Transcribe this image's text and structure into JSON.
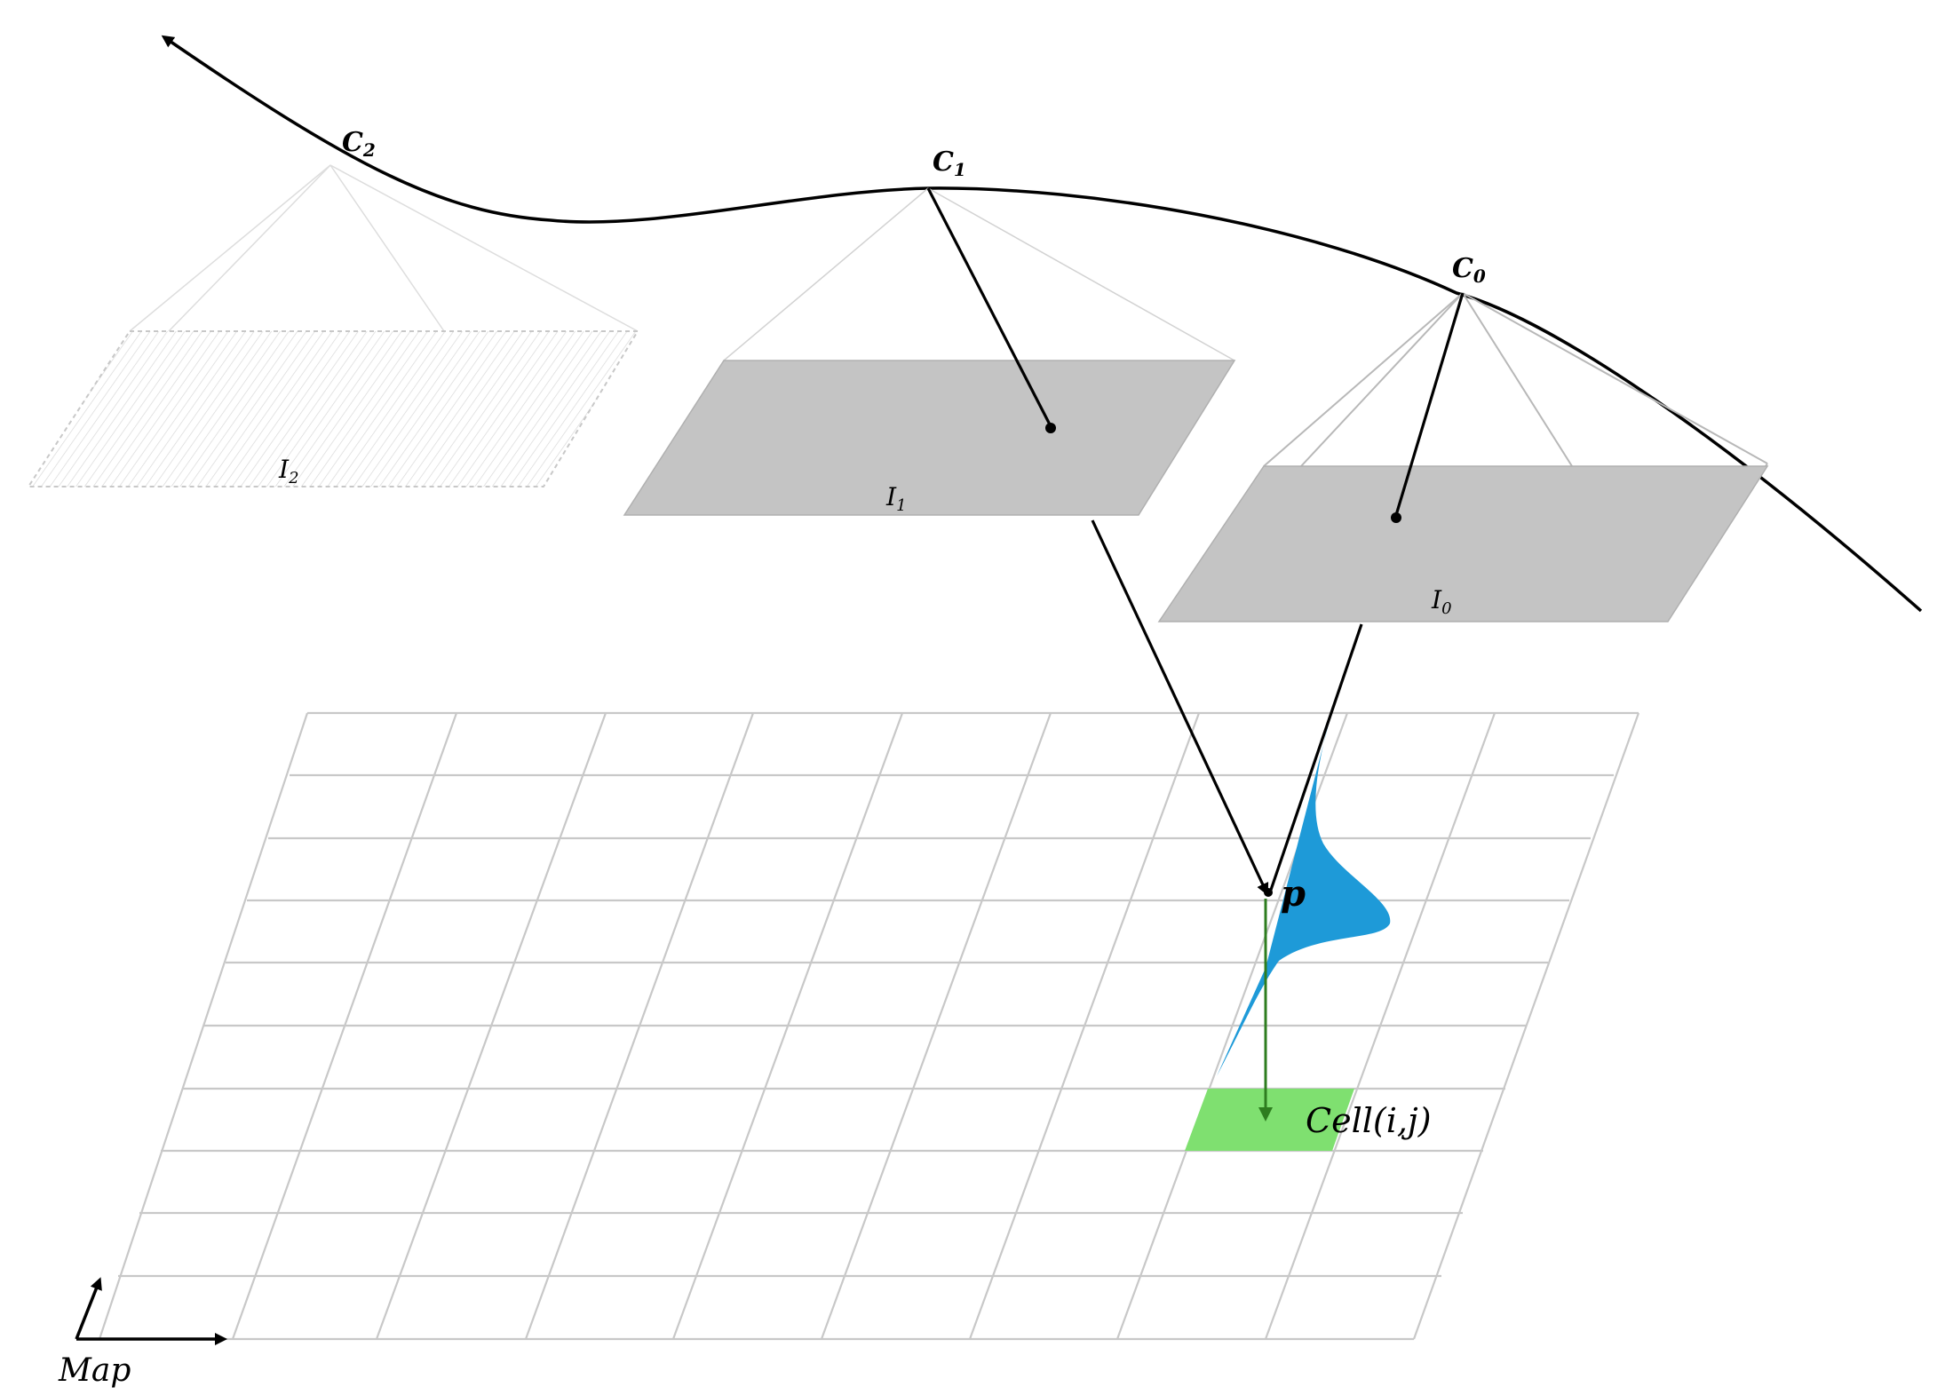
{
  "camera_labels": {
    "c2": {
      "base": "C",
      "sub": "2"
    },
    "c1": {
      "base": "C",
      "sub": "1"
    },
    "c0": {
      "base": "C",
      "sub": "0"
    }
  },
  "image_labels": {
    "i2": {
      "base": "I",
      "sub": "2"
    },
    "i1": {
      "base": "I",
      "sub": "1"
    },
    "i0": {
      "base": "I",
      "sub": "0"
    }
  },
  "point_label": "p",
  "cell_label": "Cell(i,j)",
  "map_label": "Map",
  "colors": {
    "trajectory": "#000000",
    "image_plane": "#c4c4c4",
    "grid": "#c8c8c8",
    "distribution": "#1e9ad8",
    "cell": "#7fe070",
    "projection_arrow": "#2e7d1f"
  }
}
